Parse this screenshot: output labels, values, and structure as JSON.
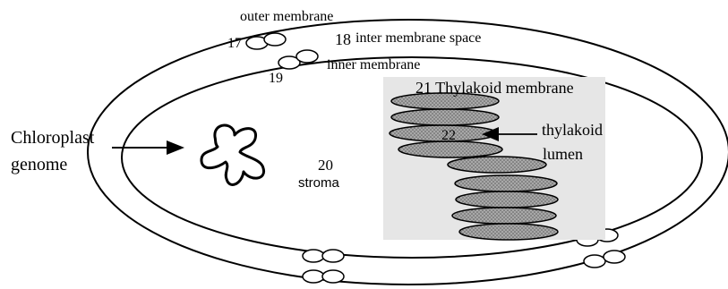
{
  "labels": {
    "outer_membrane": "outer membrane",
    "num_17": "17",
    "num_18": "18",
    "inter_membrane_space": "inter membrane space",
    "num_19": "19",
    "inner_membrane": "inner membrane",
    "num_21_thylakoid_membrane": "21 Thylakoid membrane",
    "chloroplast": "Chloroplast",
    "genome": "genome",
    "num_20": "20",
    "stroma": "stroma",
    "num_22": "22",
    "thylakoid": "thylakoid",
    "lumen": "lumen"
  },
  "colors": {
    "line": "#000000",
    "thylakoid_fill": "#a9a9a9",
    "label_bg": "#e6e6e6"
  }
}
